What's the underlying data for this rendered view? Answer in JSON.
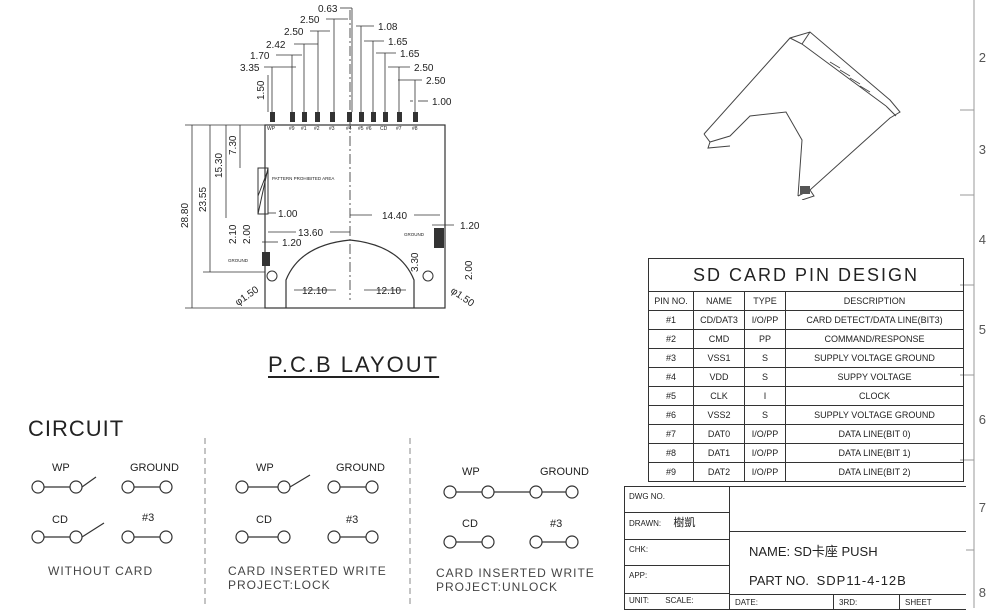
{
  "top_dims_left": [
    "0.63",
    "2.50",
    "2.50",
    "2.42",
    "1.70",
    "3.35"
  ],
  "top_dims_right": [
    "1.08",
    "1.65",
    "1.65",
    "2.50",
    "2.50",
    "1.00"
  ],
  "dim_150": "1.50",
  "pin_labels": [
    "WP",
    "#9",
    "#1",
    "#2",
    "#3",
    "#4",
    "#5",
    "#6",
    "CD",
    "#7",
    "#8"
  ],
  "pcb_dims": {
    "d_28_80": "28.80",
    "d_23_55": "23.55",
    "d_15_30": "15.30",
    "d_7_30": "7.30",
    "d_1_00": "1.00",
    "d_13_60": "13.60",
    "d_14_40": "14.40",
    "d_1_20_right": "1.20",
    "d_2_10": "2.10",
    "d_2_00_left": "2.00",
    "d_1_20_left": "1.20",
    "d_3_30": "3.30",
    "d_2_00_right": "2.00",
    "d_12_10_left": "12.10",
    "d_12_10_right": "12.10",
    "phi_left": "φ1.50",
    "phi_right": "φ1.50",
    "prohibited": "PATTERN PROHIBITED AREA",
    "ground_left": "GROUND",
    "ground_right": "GROUND"
  },
  "pcb_title": "P.C.B LAYOUT",
  "circuit_title": "CIRCUIT",
  "circuits": [
    {
      "wp": "WP",
      "ground": "GROUND",
      "cd": "CD",
      "pin3": "#3",
      "caption1": "WITHOUT CARD",
      "caption2": ""
    },
    {
      "wp": "WP",
      "ground": "GROUND",
      "cd": "CD",
      "pin3": "#3",
      "caption1": "CARD INSERTED WRITE",
      "caption2": "PROJECT:LOCK"
    },
    {
      "wp": "WP",
      "ground": "GROUND",
      "cd": "CD",
      "pin3": "#3",
      "caption1": "CARD INSERTED WRITE",
      "caption2": "PROJECT:UNLOCK"
    }
  ],
  "pin_table": {
    "title": "SD CARD PIN DESIGN",
    "headers": [
      "PIN NO.",
      "NAME",
      "TYPE",
      "DESCRIPTION"
    ],
    "rows": [
      [
        "#1",
        "CD/DAT3",
        "I/O/PP",
        "CARD DETECT/DATA LINE(BIT3)"
      ],
      [
        "#2",
        "CMD",
        "PP",
        "COMMAND/RESPONSE"
      ],
      [
        "#3",
        "VSS1",
        "S",
        "SUPPLY VOLTAGE GROUND"
      ],
      [
        "#4",
        "VDD",
        "S",
        "SUPPY VOLTAGE"
      ],
      [
        "#5",
        "CLK",
        "I",
        "CLOCK"
      ],
      [
        "#6",
        "VSS2",
        "S",
        "SUPPLY VOLTAGE GROUND"
      ],
      [
        "#7",
        "DAT0",
        "I/O/PP",
        "DATA LINE(BIT 0)"
      ],
      [
        "#8",
        "DAT1",
        "I/O/PP",
        "DATA LINE(BIT 1)"
      ],
      [
        "#9",
        "DAT2",
        "I/O/PP",
        "DATA LINE(BIT 2)"
      ]
    ]
  },
  "title_block": {
    "dwg_no": "DWG NO.",
    "drawn": "DRAWN:",
    "drawn_sig": "樹凱",
    "chk": "CHK:",
    "app": "APP:",
    "unit": "UNIT:",
    "scale": "SCALE:",
    "date": "DATE:",
    "third": "3RD:",
    "sheet": "SHEET",
    "name_label": "NAME:",
    "name_value": "SD卡座 PUSH",
    "part_label": "PART NO.",
    "part_value": "SDP11-4-12B"
  },
  "border_numbers": [
    "2",
    "3",
    "4",
    "5",
    "6",
    "7",
    "8"
  ]
}
